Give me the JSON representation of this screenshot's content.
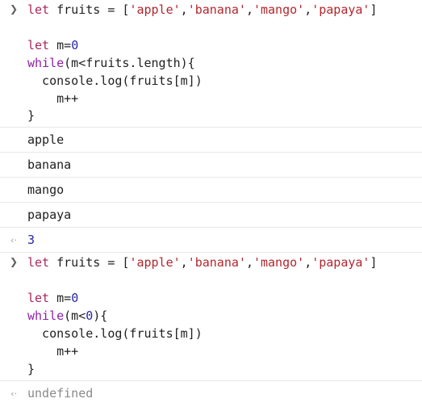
{
  "entries": [
    {
      "lines": [
        [
          "let",
          " fruits = [",
          "'apple'",
          ",",
          "'banana'",
          ",",
          "'mango'",
          ",",
          "'papaya'",
          "]"
        ],
        [
          ""
        ],
        [
          "let",
          " m=",
          "0"
        ],
        [
          "while",
          "(m<fruits.length){"
        ],
        [
          "  console.log(fruits[m])"
        ],
        [
          "    m++"
        ],
        [
          "}"
        ]
      ],
      "logs": [
        "apple",
        "banana",
        "mango",
        "papaya"
      ],
      "result": "3"
    },
    {
      "lines": [
        [
          "let",
          " fruits = [",
          "'apple'",
          ",",
          "'banana'",
          ",",
          "'mango'",
          ",",
          "'papaya'",
          "]"
        ],
        [
          ""
        ],
        [
          "let",
          " m=",
          "0"
        ],
        [
          "while",
          "(m<",
          "0",
          "){"
        ],
        [
          "  console.log(fruits[m])"
        ],
        [
          "    m++"
        ],
        [
          "}"
        ]
      ],
      "logs": [],
      "result": "undefined"
    }
  ],
  "icons": {
    "prompt": "chevron-right-icon",
    "result": "return-arrow-icon"
  },
  "colors": {
    "keyword": "#a8285a",
    "control": "#8f1fa8",
    "string": "#b3262e",
    "number": "#2926a8",
    "separator": "#e8e8e8"
  }
}
